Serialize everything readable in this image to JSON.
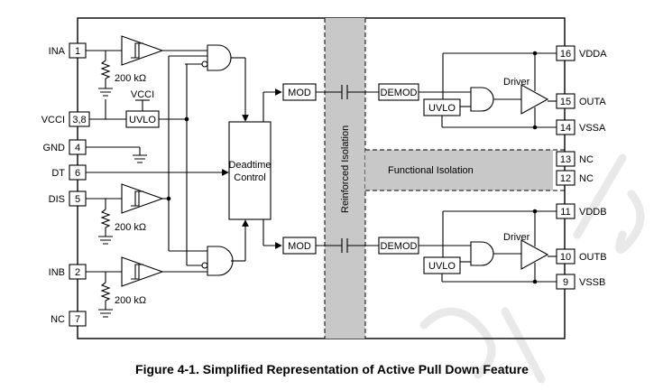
{
  "caption": "Figure 4-1. Simplified Representation of Active Pull Down Feature",
  "isolation": {
    "reinforced": "Reinforced Isolation",
    "functional": "Functional Isolation"
  },
  "blocks": {
    "deadtime_line1": "Deadtime",
    "deadtime_line2": "Control",
    "uvlo": "UVLO",
    "vcci_label": "VCCI",
    "mod": "MOD",
    "demod": "DEMOD",
    "driver": "Driver",
    "resistor": "200 kΩ"
  },
  "left_pins": [
    {
      "number": "1",
      "name": "INA"
    },
    {
      "number": "3,8",
      "name": "VCCI"
    },
    {
      "number": "4",
      "name": "GND"
    },
    {
      "number": "6",
      "name": "DT"
    },
    {
      "number": "5",
      "name": "DIS"
    },
    {
      "number": "2",
      "name": "INB"
    },
    {
      "number": "7",
      "name": "NC"
    }
  ],
  "right_pins": [
    {
      "number": "16",
      "name": "VDDA"
    },
    {
      "number": "15",
      "name": "OUTA"
    },
    {
      "number": "14",
      "name": "VSSA"
    },
    {
      "number": "13",
      "name": "NC"
    },
    {
      "number": "12",
      "name": "NC"
    },
    {
      "number": "11",
      "name": "VDDB"
    },
    {
      "number": "10",
      "name": "OUTB"
    },
    {
      "number": "9",
      "name": "VSSB"
    }
  ],
  "colors": {
    "isolation_fill": "#c8c8c8",
    "line": "#000000",
    "watermark": "#e9e9e9"
  }
}
